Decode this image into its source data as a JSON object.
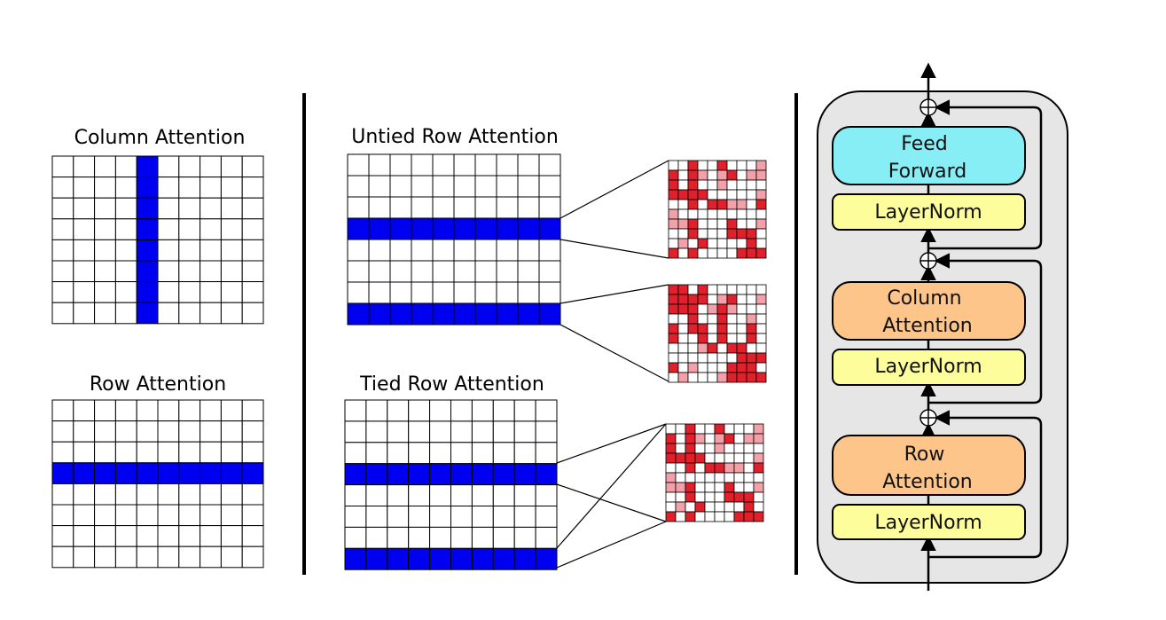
{
  "panels": {
    "column_attention": {
      "title": "Column Attention",
      "rows": 8,
      "cols": 10,
      "highlight_col": 4
    },
    "row_attention": {
      "title": "Row Attention",
      "rows": 8,
      "cols": 10,
      "highlight_row": 3
    },
    "untied_row_attention": {
      "title": "Untied Row Attention",
      "rows": 8,
      "cols": 10,
      "highlight_rows": [
        3,
        7
      ]
    },
    "tied_row_attention": {
      "title": "Tied Row Attention",
      "rows": 8,
      "cols": 10,
      "highlight_rows": [
        3,
        7
      ]
    }
  },
  "attention_map": {
    "size": 10
  },
  "block": {
    "feed_forward": "Feed Forward",
    "column_attention": "Column Attention",
    "row_attention": "Row Attention",
    "layernorm": "LayerNorm"
  },
  "colors": {
    "highlight": "#0000f0",
    "attention_strong": "#e0202a",
    "attention_light": "#f3a0a8",
    "feed_forward": "#88eef6",
    "attention_block": "#fdc58a",
    "layernorm": "#fdfd9c",
    "container": "#e6e6e6"
  }
}
